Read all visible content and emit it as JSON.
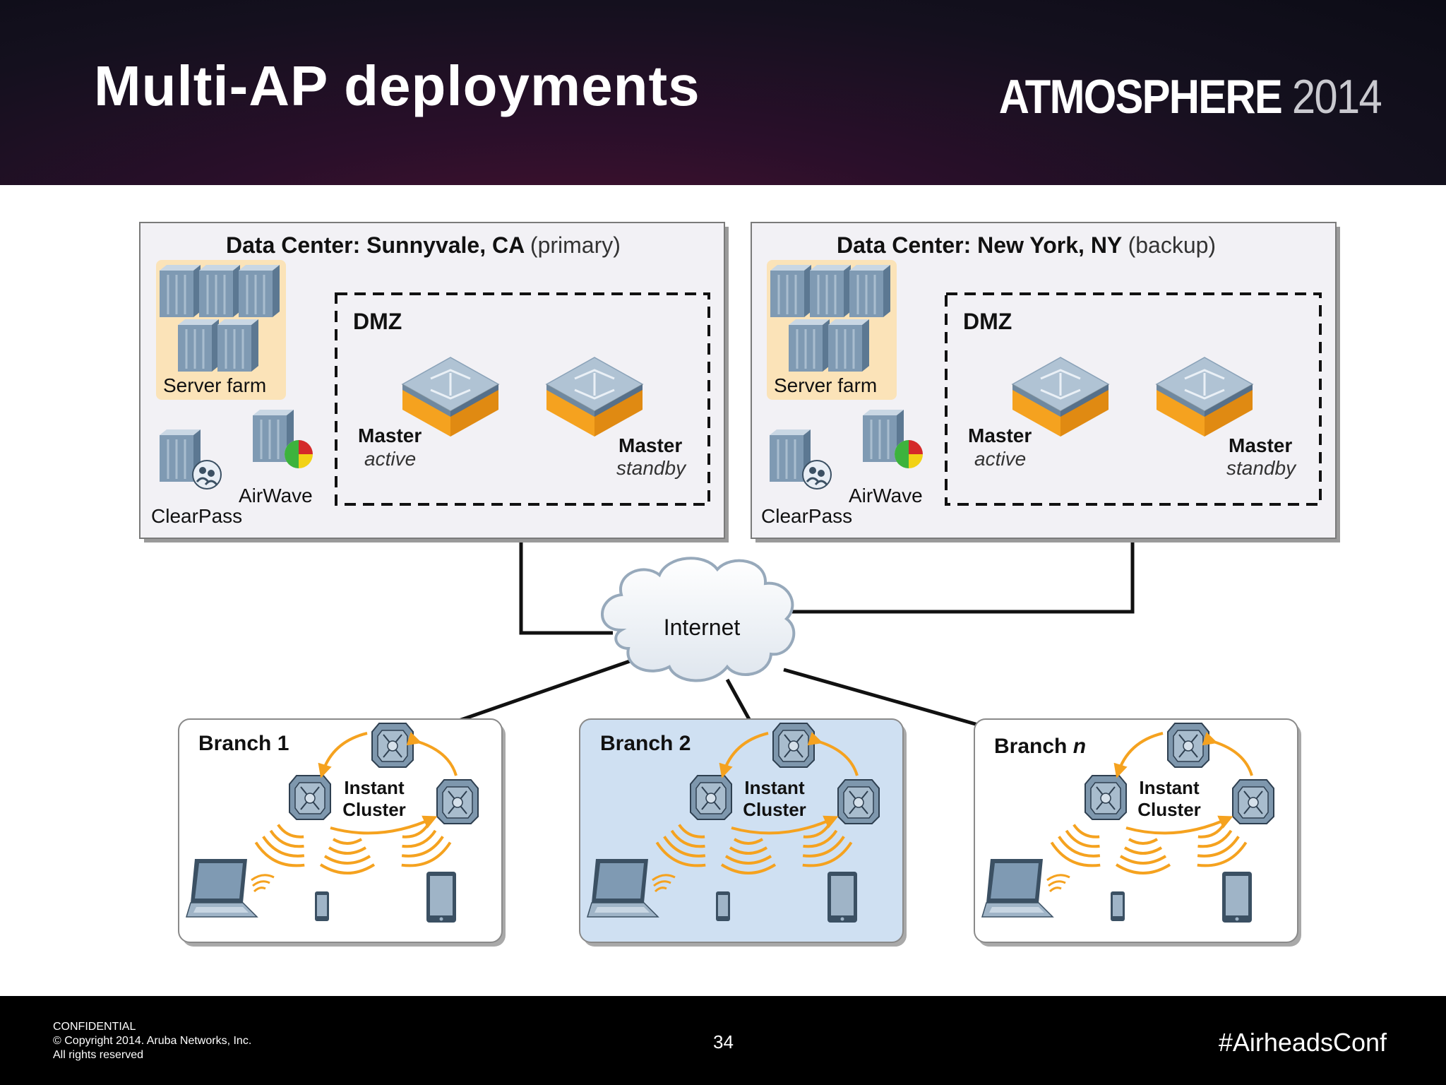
{
  "slide": {
    "title": "Multi-AP deployments",
    "brand_name": "ATMOSPHERE",
    "brand_year": "2014"
  },
  "diagram": {
    "data_centers": [
      {
        "title": "Data Center: Sunnyvale, CA",
        "role": "(primary)",
        "server_farm_label": "Server farm",
        "dmz_label": "DMZ",
        "master_active": {
          "name": "Master",
          "state": "active"
        },
        "master_standby": {
          "name": "Master",
          "state": "standby"
        },
        "clearpass_label": "ClearPass",
        "airwave_label": "AirWave"
      },
      {
        "title": "Data Center: New York, NY",
        "role": "(backup)",
        "server_farm_label": "Server farm",
        "dmz_label": "DMZ",
        "master_active": {
          "name": "Master",
          "state": "active"
        },
        "master_standby": {
          "name": "Master",
          "state": "standby"
        },
        "clearpass_label": "ClearPass",
        "airwave_label": "AirWave"
      }
    ],
    "internet_label": "Internet",
    "branches": [
      {
        "title": "Branch 1",
        "title_suffix": "",
        "cluster_line1": "Instant",
        "cluster_line2": "Cluster",
        "highlighted": false
      },
      {
        "title": "Branch 2",
        "title_suffix": "",
        "cluster_line1": "Instant",
        "cluster_line2": "Cluster",
        "highlighted": true
      },
      {
        "title": "Branch ",
        "title_suffix": "n",
        "cluster_line1": "Instant",
        "cluster_line2": "Cluster",
        "highlighted": false
      }
    ]
  },
  "footer": {
    "confidential": "CONFIDENTIAL",
    "copyright": "© Copyright 2014. Aruba Networks, Inc.",
    "rights": "All rights reserved",
    "page_number": "34",
    "hashtag": "#AirheadsConf"
  },
  "colors": {
    "dc_box_fill": "#f2f1f5",
    "server_farm_bg": "#fbe3b8",
    "controller_top": "#a7bccd",
    "controller_base": "#f5a21f",
    "branch_highlight": "#cfe0f2",
    "wifi_wave": "#f5a21f",
    "cluster_arrow": "#f5a21f",
    "link_line": "#111111"
  }
}
